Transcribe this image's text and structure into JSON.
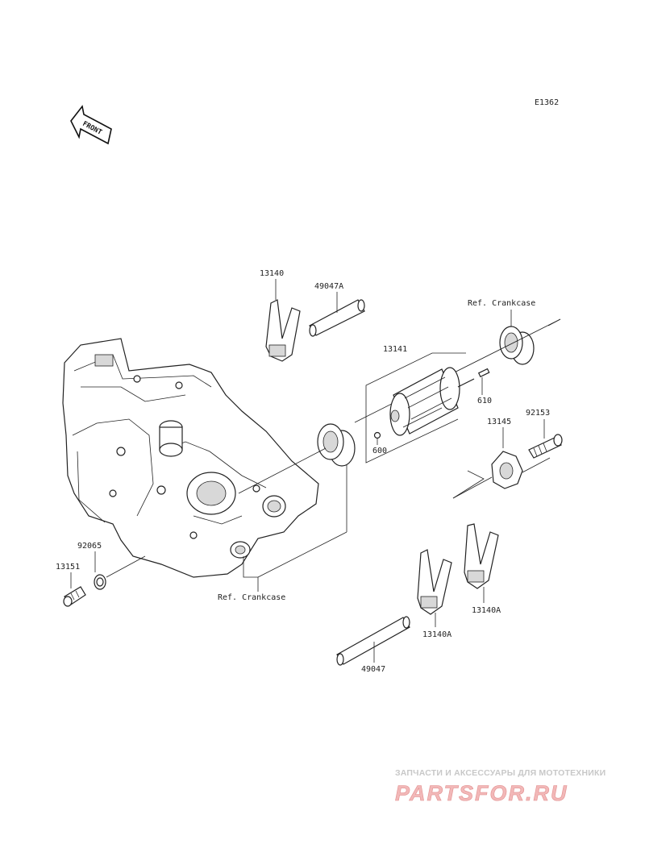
{
  "diagram": {
    "code": "E1362",
    "front_label": "FRONT",
    "labels": {
      "p13140": "13140",
      "p49047A": "49047A",
      "ref_crankcase_top": "Ref. Crankcase",
      "p13141": "13141",
      "p610": "610",
      "p92153": "92153",
      "p13145": "13145",
      "p600": "600",
      "p92065": "92065",
      "p13151": "13151",
      "ref_crankcase_bottom": "Ref. Crankcase",
      "p13140A_right": "13140A",
      "p13140A_left": "13140A",
      "p49047": "49047"
    }
  },
  "watermark": {
    "top_text": "ЗАПЧАСТИ И АКСЕССУАРЫ ДЛЯ МОТОТЕХНИКИ",
    "logo_text": "PARTSFOR.RU"
  }
}
